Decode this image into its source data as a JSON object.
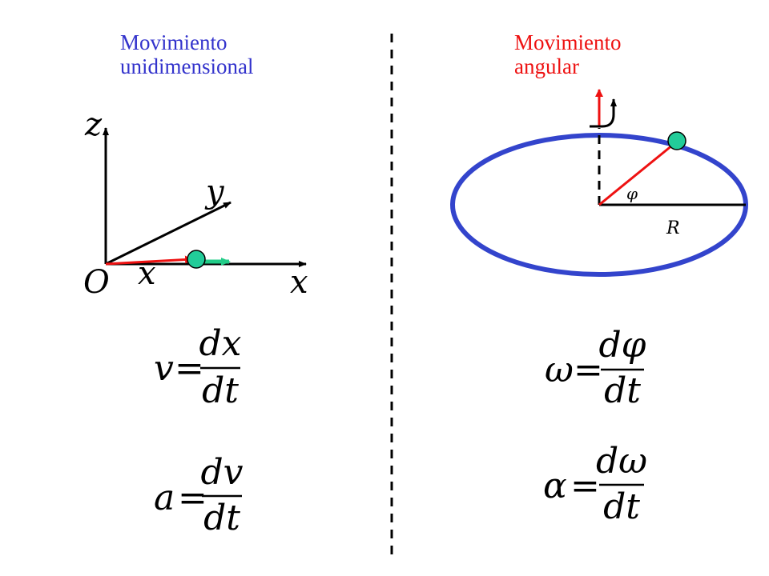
{
  "colors": {
    "left_title": "#3333cc",
    "right_title": "#ee1111",
    "axis": "#000000",
    "vector": "#ee1111",
    "velocity": "#22cc88",
    "ball": "#22cc99",
    "ellipse": "#3344cc"
  },
  "left": {
    "title_line1": "Movimiento",
    "title_line2": "unidimensional",
    "axis_z": "z",
    "axis_y": "y",
    "axis_x": "x",
    "origin": "O",
    "position": "x",
    "eq1": {
      "lhs": "v",
      "num": "dx",
      "den": "dt"
    },
    "eq2": {
      "lhs": "a",
      "num": "dv",
      "den": "dt"
    }
  },
  "right": {
    "title_line1": "Movimiento",
    "title_line2": "angular",
    "angle": "φ",
    "radius": "R",
    "eq1": {
      "lhs": "ω",
      "num": "dφ",
      "den": "dt"
    },
    "eq2": {
      "lhs": "α",
      "num": "dω",
      "den": "dt"
    }
  },
  "equals": "="
}
